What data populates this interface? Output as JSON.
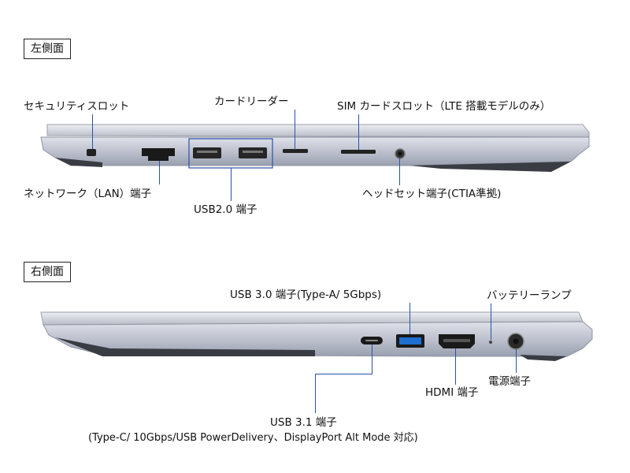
{
  "sections": {
    "left": "左側面",
    "right": "右側面"
  },
  "left_labels": {
    "security_slot": "セキュリティスロット",
    "card_reader": "カードリーダー",
    "sim_slot": "SIM カードスロット（LTE 搭載モデルのみ）",
    "lan": "ネットワーク（LAN）端子",
    "usb2": "USB2.0 端子",
    "headset": "ヘッドセット端子(CTIA準拠)"
  },
  "right_labels": {
    "usb3": "USB 3.0 端子(Type-A/ 5Gbps)",
    "battery_lamp": "バッテリーランプ",
    "hdmi": "HDMI 端子",
    "power": "電源端子",
    "usb31_title": "USB 3.1 端子",
    "usb31_detail": "(Type-C/ 10Gbps/USB PowerDelivery、DisplayPort Alt Mode 対応)"
  },
  "colors": {
    "leader_line": "#2a52a8",
    "usb3_port": "#1e6fd0",
    "chassis": "#c9ccd6"
  }
}
